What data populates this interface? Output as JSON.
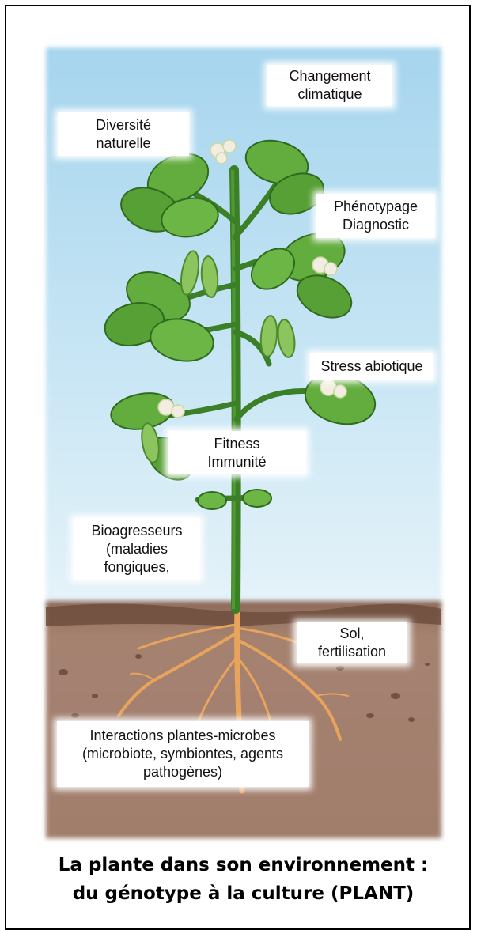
{
  "labels": {
    "climate": "Changement\nclimatique",
    "diversity": "Diversité\nnaturelle",
    "phenotyping": "Phénotypage\nDiagnostic",
    "abiotic_stress": "Stress abiotique",
    "fitness": "Fitness\nImmunité",
    "pests": "Bioagresseurs\n(maladies\nfongiques,",
    "soil": "Sol,\nfertilisation",
    "interactions": "Interactions plantes-microbes\n(microbiote, symbiontes, agents\npathogènes)"
  },
  "caption": "La plante dans son environnement :\ndu génotype à la culture (PLANT)",
  "colors": {
    "sky_top": "#a9d7ee",
    "sky_bottom": "#e3f1f8",
    "soil": "#9a7563",
    "soil_dark": "#6f4e3d",
    "leaf": "#5fa83a",
    "leaf_dark": "#2f6b1e",
    "stem": "#3f8a2a",
    "root": "#e8a35c",
    "flower": "#f2ede0"
  }
}
